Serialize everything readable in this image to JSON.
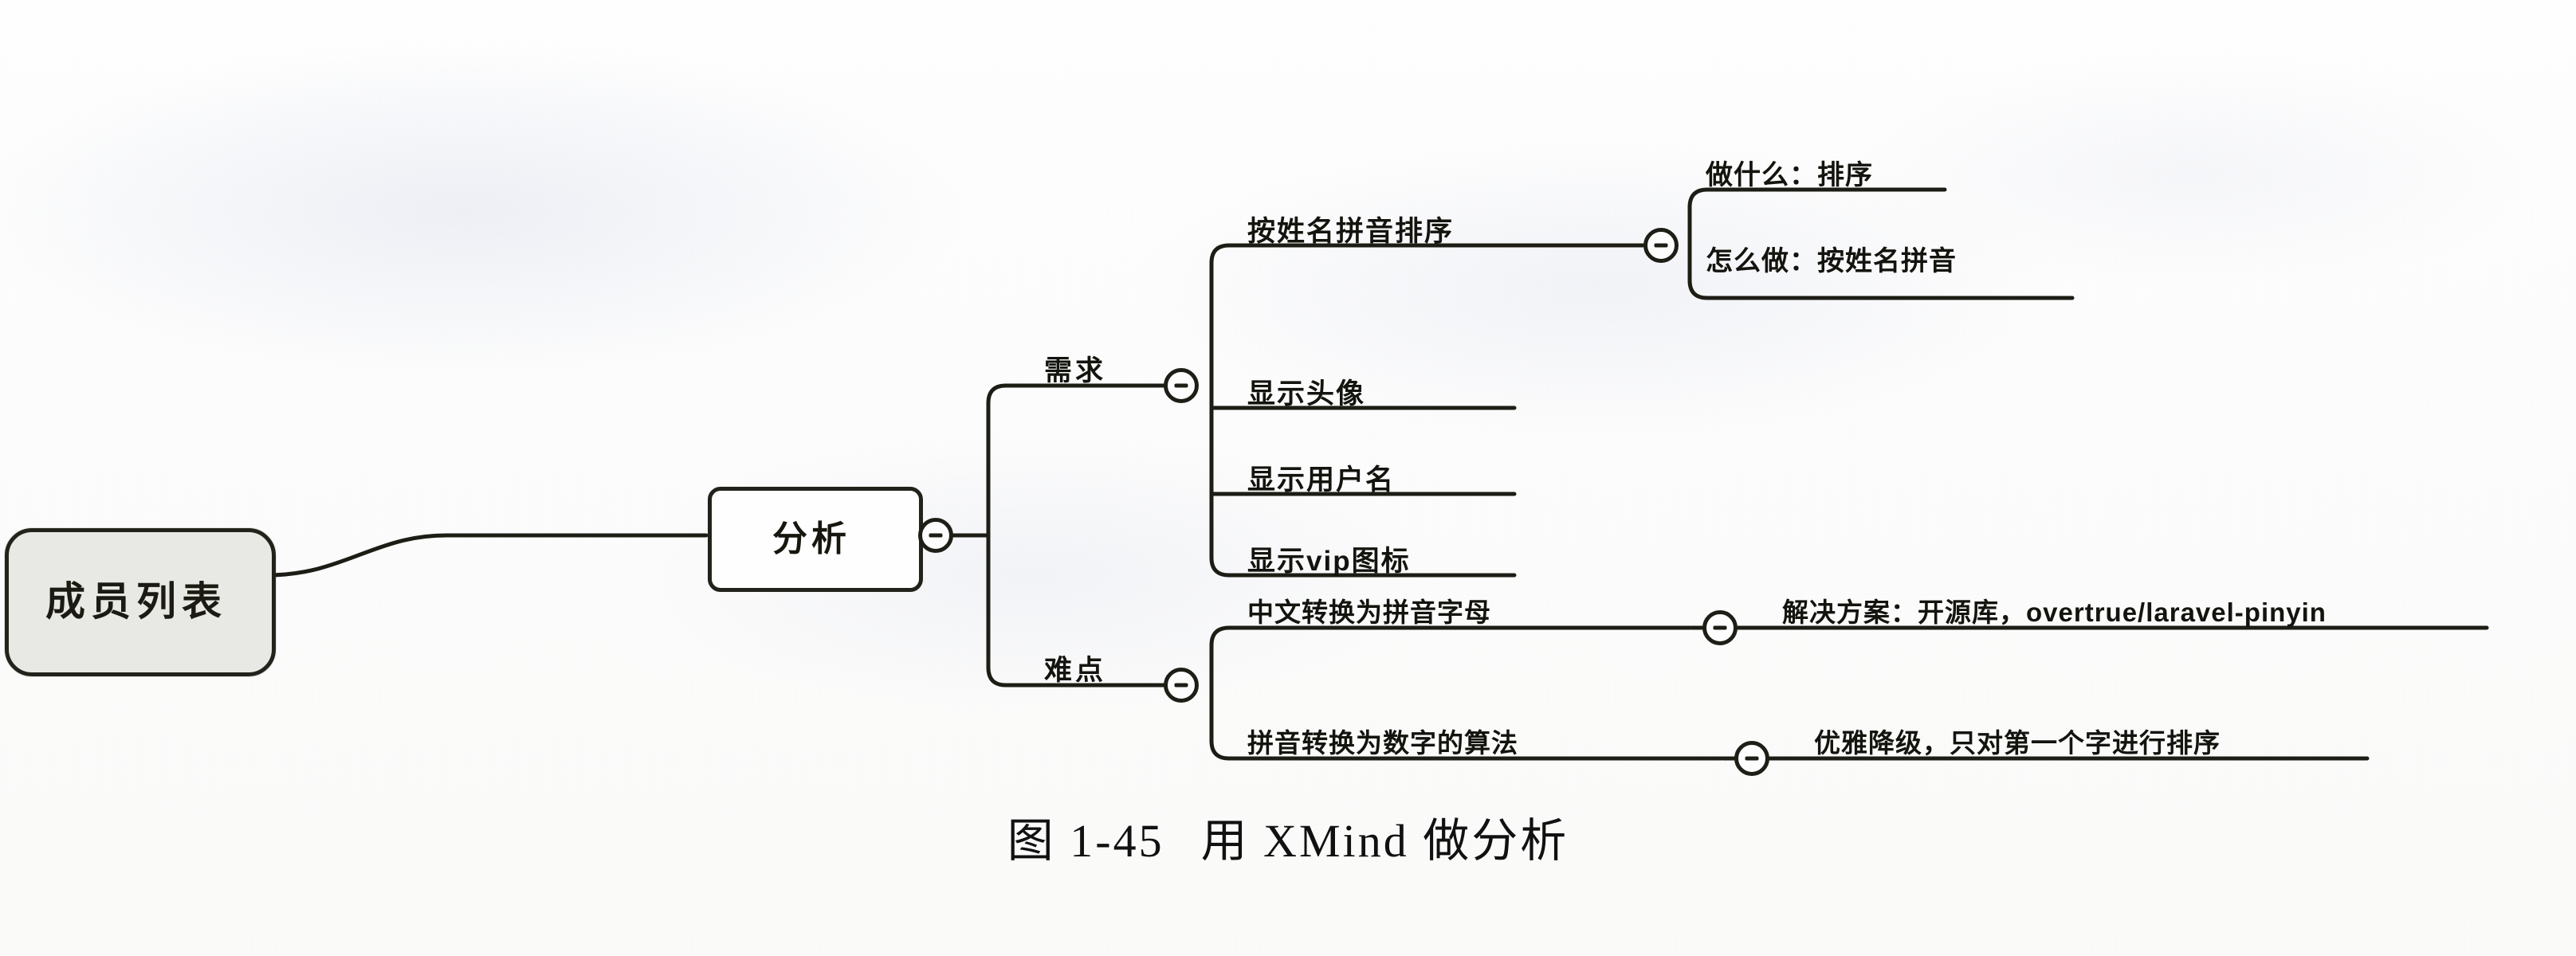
{
  "figure": {
    "caption_label": "图 1-45",
    "caption_title": "用 XMind 做分析",
    "tool": "XMind"
  },
  "mindmap": {
    "root": {
      "label": "成员列表",
      "toggle_icon": "collapse-minus-icon"
    },
    "branch": {
      "label": "分析",
      "toggle_icon": "collapse-minus-icon"
    },
    "categories": [
      {
        "id": "requirements",
        "label": "需求",
        "toggle_icon": "collapse-minus-icon",
        "items": [
          {
            "label": "按姓名拼音排序",
            "toggle_icon": "collapse-minus-icon",
            "details": [
              "做什么：排序",
              "怎么做：按姓名拼音"
            ]
          },
          {
            "label": "显示头像",
            "details": []
          },
          {
            "label": "显示用户名",
            "details": []
          },
          {
            "label": "显示vip图标",
            "details": []
          }
        ]
      },
      {
        "id": "difficulties",
        "label": "难点",
        "toggle_icon": "collapse-minus-icon",
        "items": [
          {
            "label": "中文转换为拼音字母",
            "toggle_icon": "collapse-minus-icon",
            "details": [
              "解决方案：开源库，overtrue/laravel-pinyin"
            ]
          },
          {
            "label": "拼音转换为数字的算法",
            "toggle_icon": "collapse-minus-icon",
            "details": [
              "优雅降级，只对第一个字进行排序"
            ]
          }
        ]
      }
    ]
  },
  "colors": {
    "ink": "#1b1b13",
    "root_fill": "#e8e9e4",
    "paper": "#fdfdfc"
  }
}
